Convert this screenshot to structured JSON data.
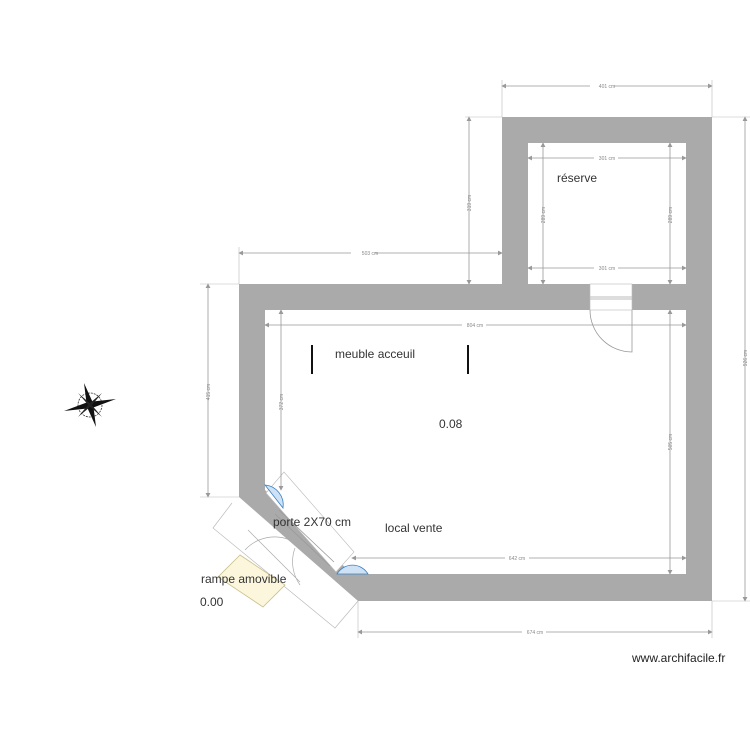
{
  "rooms": {
    "reserve": "réserve",
    "local_vente": "local vente",
    "meuble": "meuble acceuil",
    "level_inside": "0.08",
    "door_label": "porte 2X70 cm",
    "ramp": "rampe amovible",
    "level_outside": "0.00"
  },
  "dimensions": {
    "top_reserve": "401 cm",
    "left_reserve": "319 cm",
    "top_left": "503 cm",
    "reserve_inner_top": "301 cm",
    "reserve_inner_bottom": "301 cm",
    "reserve_inner_left": "289 cm",
    "reserve_inner_right": "289 cm",
    "main_inner_top": "804 cm",
    "left_outer": "415 cm",
    "left_inner": "372 cm",
    "right_inner": "505 cm",
    "right_outer": "926 cm",
    "bottom_inner": "642 cm",
    "bottom_outer": "674 cm"
  },
  "colors": {
    "wall": "#aaaaaa",
    "dimension": "#999999",
    "door_swing": "#3b82c4",
    "ramp": "#fbf6dc"
  },
  "compass_icon": "compass-rose-icon",
  "watermark": "www.archifacile.fr"
}
